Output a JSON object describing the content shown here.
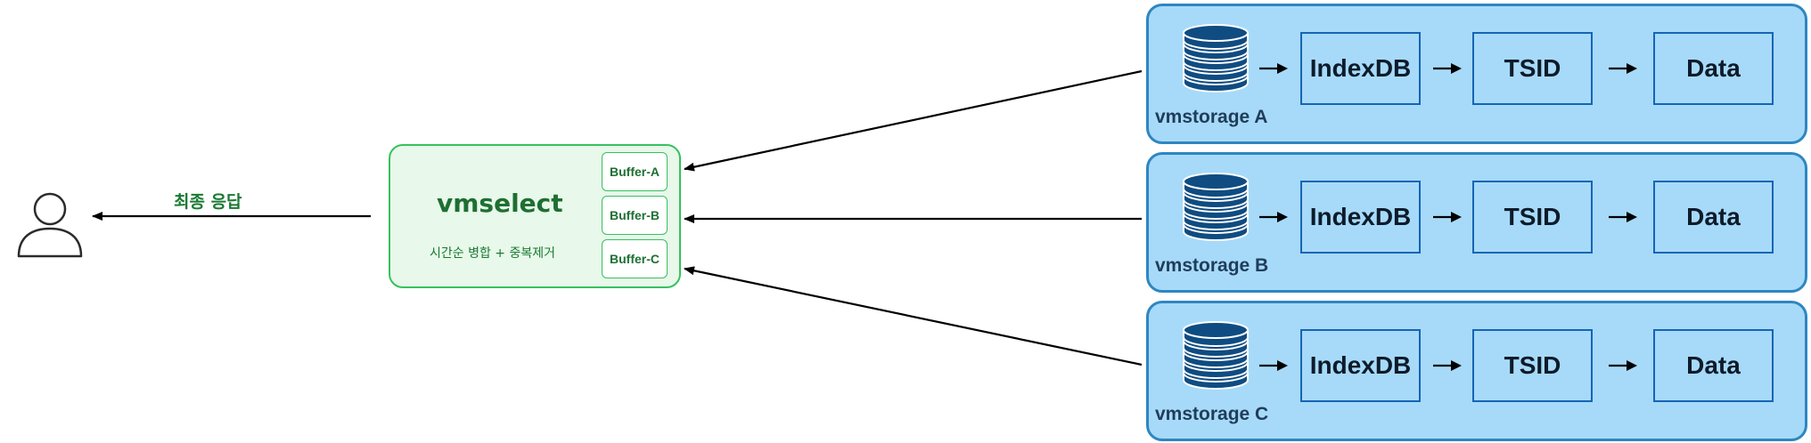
{
  "final_response_label": "최종 응답",
  "vmselect": {
    "title": "vmselect",
    "subtitle": "시간순 병합 + 중복제거",
    "buffers": [
      "Buffer-A",
      "Buffer-B",
      "Buffer-C"
    ]
  },
  "storages": [
    {
      "label": "vmstorage A",
      "stages": [
        "IndexDB",
        "TSID",
        "Data"
      ]
    },
    {
      "label": "vmstorage B",
      "stages": [
        "IndexDB",
        "TSID",
        "Data"
      ]
    },
    {
      "label": "vmstorage C",
      "stages": [
        "IndexDB",
        "TSID",
        "Data"
      ]
    }
  ],
  "icons": {
    "user": "user-icon",
    "storage": "database-icon"
  },
  "colors": {
    "vmselect_fill": "#e8f8ea",
    "vmselect_border": "#35c25e",
    "vmselect_text": "#1e6f32",
    "storage_fill": "#a7daf9",
    "storage_border": "#2e86c1",
    "stage_border": "#1565b5",
    "db_icon": "#0f4c81"
  }
}
